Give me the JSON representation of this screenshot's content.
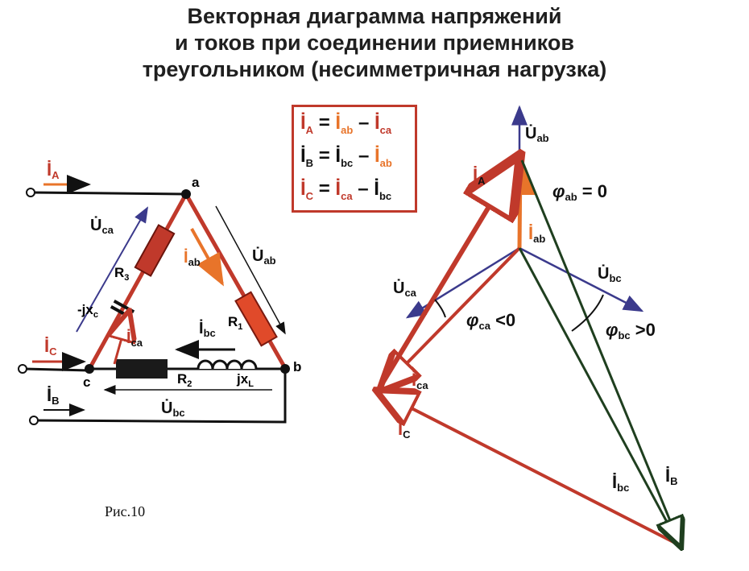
{
  "title": {
    "line1": "Векторная диаграмма напряжений",
    "line2": "и токов при соединении приемников",
    "line3": "треугольником (несимметричная нагрузка)"
  },
  "formulas": [
    {
      "lhs": "İ",
      "lhs_sub": "A",
      "r1": "İ",
      "r1_sub": "ab",
      "op": "–",
      "r2": "İ",
      "r2_sub": "ca"
    },
    {
      "lhs": "İ",
      "lhs_sub": "B",
      "r1": "İ",
      "r1_sub": "bc",
      "op": "–",
      "r2": "İ",
      "r2_sub": "ab"
    },
    {
      "lhs": "İ",
      "lhs_sub": "C",
      "r1": "İ",
      "r1_sub": "ca",
      "op": "–",
      "r2": "İ",
      "r2_sub": "bc"
    }
  ],
  "circuit": {
    "node_a": "a",
    "node_b": "b",
    "node_c": "c",
    "I_A": "İ",
    "I_A_sub": "A",
    "I_B": "İ",
    "I_B_sub": "B",
    "I_C": "İ",
    "I_C_sub": "C",
    "U_ca": "U̇",
    "U_ca_sub": "ca",
    "U_ab": "U̇",
    "U_ab_sub": "ab",
    "U_bc": "U̇",
    "U_bc_sub": "bc",
    "I_ab": "İ",
    "I_ab_sub": "ab",
    "I_ca": "İ",
    "I_ca_sub": "ca",
    "I_bc": "İ",
    "I_bc_sub": "bc",
    "R1": "R",
    "R1_sub": "1",
    "R2": "R",
    "R2_sub": "2",
    "R3": "R",
    "R3_sub": "3",
    "jxL": "jx",
    "jxL_sub": "L",
    "jxC": "-jx",
    "jxC_sub": "c"
  },
  "phasor": {
    "U_ab": "U̇",
    "U_ab_sub": "ab",
    "U_bc": "U̇",
    "U_bc_sub": "bc",
    "U_ca": "U̇",
    "U_ca_sub": "ca",
    "I_A": "İ",
    "I_A_sub": "A",
    "I_B": "İ",
    "I_B_sub": "B",
    "I_C": "İ",
    "I_C_sub": "C",
    "I_ab": "İ",
    "I_ab_sub": "ab",
    "I_bc": "İ",
    "I_bc_sub": "bc",
    "I_ca": "İ",
    "I_ca_sub": "ca",
    "phi_ab": "φ",
    "phi_ab_sub": "ab",
    "phi_ab_rel": " = 0",
    "phi_ca": "φ",
    "phi_ca_sub": "ca",
    "phi_ca_rel": " <0",
    "phi_bc": "φ",
    "phi_bc_sub": "bc",
    "phi_bc_rel": " >0"
  },
  "caption": "Рис.10",
  "colors": {
    "red": "#c0392b",
    "orange": "#e8742a",
    "dark_green": "#1f3f1f",
    "navy": "#3b3a8c",
    "black": "#111111"
  }
}
